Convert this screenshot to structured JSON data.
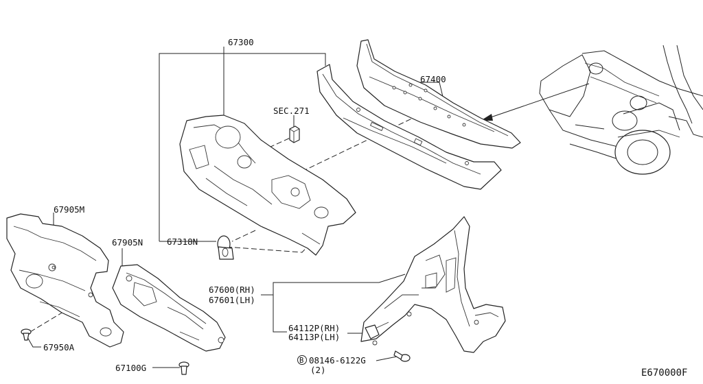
{
  "labels": {
    "dash_assy": "67300",
    "cowl_top": "67400",
    "sec_ref": "SEC.271",
    "insulator_m": "67905M",
    "insulator_n": "67905N",
    "grommet": "67318N",
    "clip_a": "67950A",
    "clip_g": "67100G",
    "hood_ledge_rh": "67600(RH)",
    "hood_ledge_lh": "67601(LH)",
    "bracket_rh": "64112P(RH)",
    "bracket_lh": "64113P(LH)",
    "bolt_symbol": "B",
    "bolt": "08146-6122G",
    "bolt_qty": "(2)",
    "drawing_code": "E670000F"
  }
}
